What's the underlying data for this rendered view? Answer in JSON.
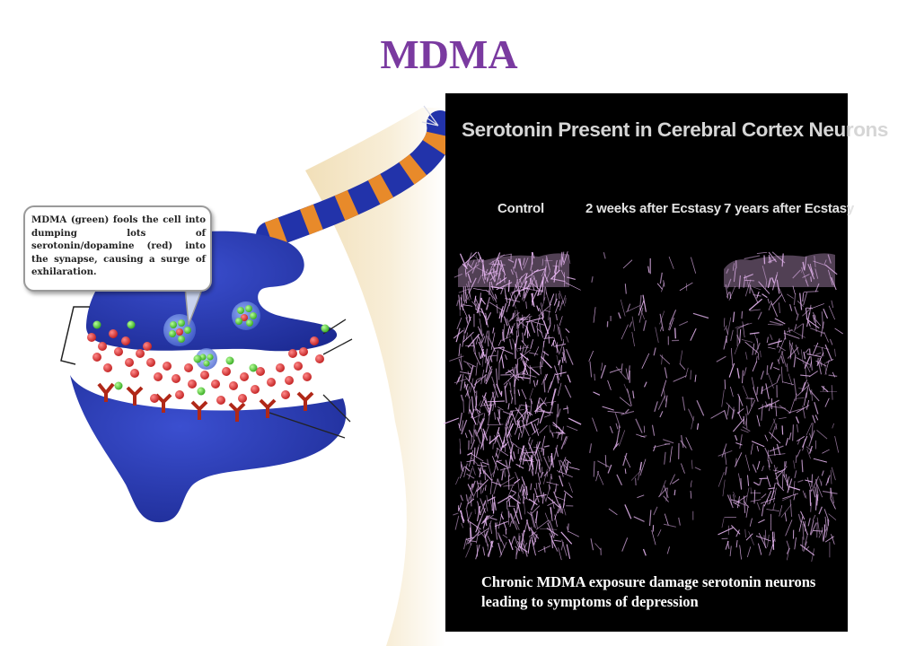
{
  "slide": {
    "title": "MDMA"
  },
  "illustration": {
    "callout_text": "MDMA (green) fools the cell into dumping lots of serotonin/dopamine (red) into the synapse, causing a surge of exhilaration.",
    "colors": {
      "neuron_blue": "#2233aa",
      "axon_stripe": "#e88a2a",
      "serotonin_red": "#d62a2a",
      "mdma_green": "#55cc33",
      "receptor_red": "#b02818",
      "background_tan": "#f6ead0"
    }
  },
  "micrograph_panel": {
    "title": "Serotonin Present in Cerebral Cortex Neurons",
    "columns": [
      {
        "label": "Control"
      },
      {
        "label": "2 weeks after Ecstasy"
      },
      {
        "label": "7 years after Ecstasy"
      }
    ],
    "caption": "Chronic MDMA exposure damage serotonin neurons leading to symptoms of depression",
    "colors": {
      "background": "#000000",
      "fiber": "#e7b6f2",
      "title_text": "#d6d6d6",
      "caption_text": "#ffffff"
    }
  }
}
